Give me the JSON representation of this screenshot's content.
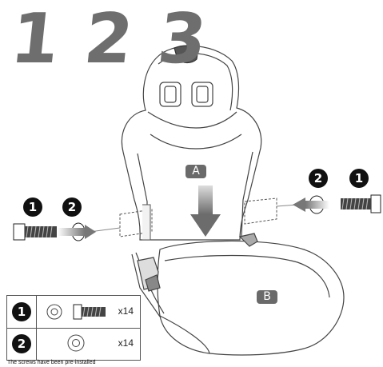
{
  "steps": [
    "1",
    "2",
    "3"
  ],
  "labels": {
    "seat_back": "A",
    "seat_base": "B"
  },
  "callouts": {
    "screw": "1",
    "washer": "2"
  },
  "legend": {
    "rows": [
      {
        "num": "1",
        "qty": "x14",
        "items": [
          "washer-icon",
          "screw-icon"
        ]
      },
      {
        "num": "2",
        "qty": "x14",
        "items": [
          "washer-icon"
        ]
      }
    ]
  },
  "note": "The screws have been pre-installed",
  "colors": {
    "step_gray": "#6e6e6e",
    "arrow_gray": "#777777",
    "badge": "#111111"
  }
}
